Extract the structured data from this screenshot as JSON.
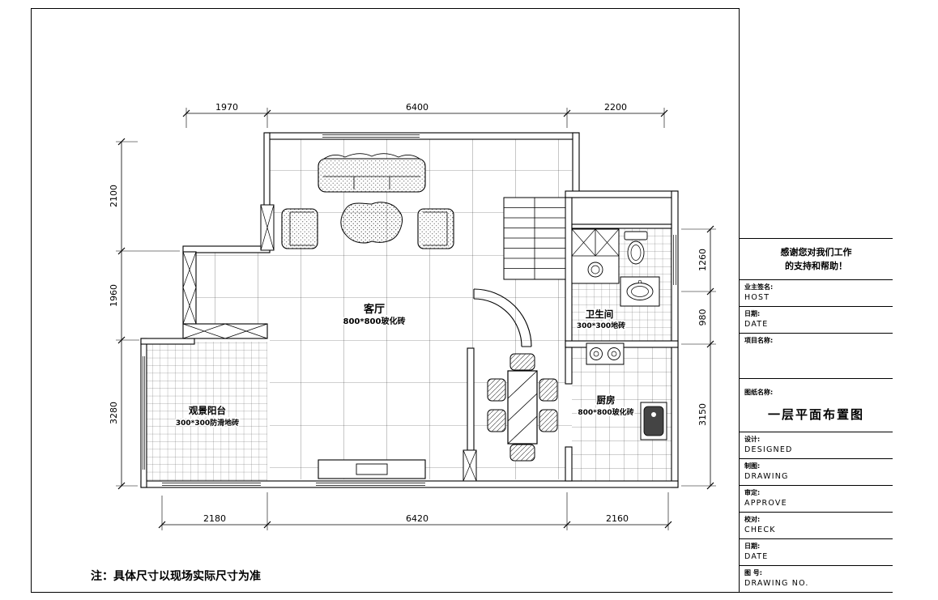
{
  "sheet": {
    "note": "注：具体尺寸以现场实际尺寸为准"
  },
  "plan": {
    "rooms": {
      "living": {
        "name": "客厅",
        "spec": "800*800玻化砖"
      },
      "bath": {
        "name": "卫生间",
        "spec": "300*300地砖"
      },
      "kitchen": {
        "name": "厨房",
        "spec": "800*800玻化砖"
      },
      "balcony": {
        "name": "观景阳台",
        "spec": "300*300防滑地砖"
      }
    },
    "dims": {
      "top": [
        "1970",
        "6400",
        "2200"
      ],
      "bottom": [
        "2180",
        "6420",
        "2160"
      ],
      "left": [
        "2100",
        "1960",
        "3280"
      ],
      "right": [
        "1260",
        "980",
        "3150"
      ]
    }
  },
  "titleblock": {
    "thanks_line1": "感谢您对我们工作",
    "thanks_line2": "的支持和帮助！",
    "owner_label": "业主签名:",
    "owner_value": "HOST",
    "date1_label": "日期:",
    "date1_value": "DATE",
    "project_label": "项目名称:",
    "sheetname_label": "图纸名称:",
    "drawing_title": "一层平面布置图",
    "rows": [
      {
        "label": "设计:",
        "value": "DESIGNED"
      },
      {
        "label": "制图:",
        "value": "DRAWING"
      },
      {
        "label": "审定:",
        "value": "APPROVE"
      },
      {
        "label": "校对:",
        "value": "CHECK"
      },
      {
        "label": "日期:",
        "value": "DATE"
      },
      {
        "label": "图 号:",
        "value": "DRAWING NO."
      }
    ]
  }
}
